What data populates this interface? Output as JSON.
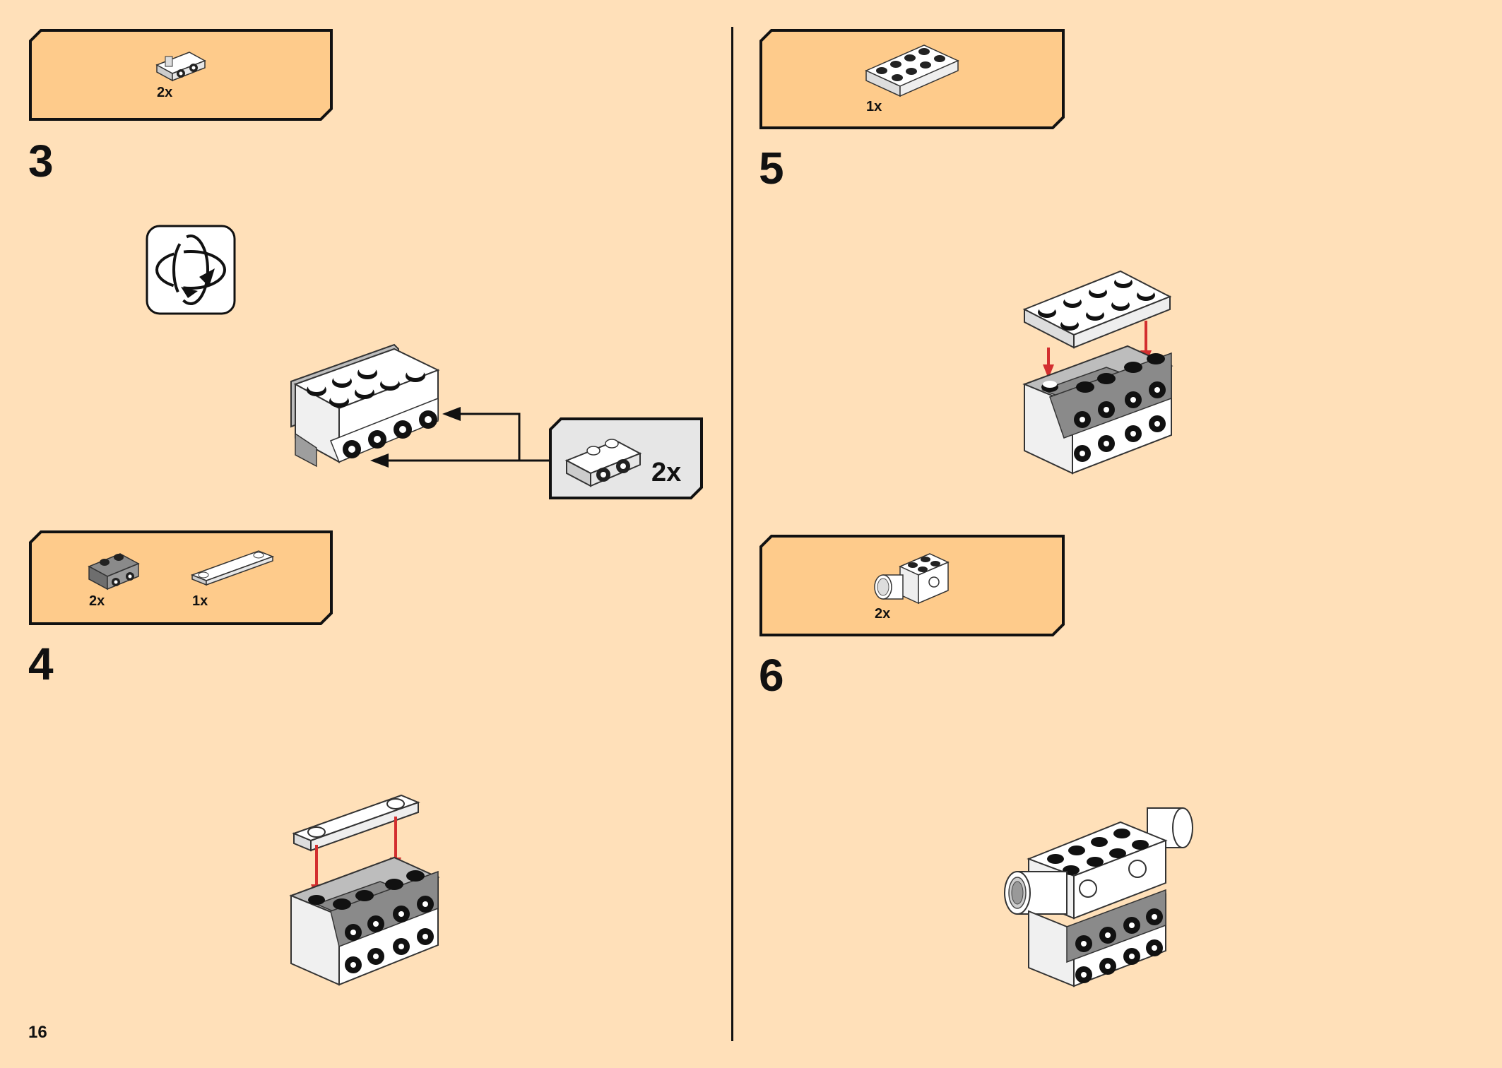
{
  "page_number": "16",
  "steps": [
    {
      "number": "3",
      "parts": [
        {
          "qty": "2x",
          "icon": "white-bracket-1x2-icon"
        }
      ],
      "callout": {
        "qty": "2x",
        "icon": "white-bracket-1x2-icon"
      },
      "rotate_icon": "rotate-model-icon"
    },
    {
      "number": "4",
      "parts": [
        {
          "qty": "2x",
          "icon": "gray-bracket-1x2-icon"
        },
        {
          "qty": "1x",
          "icon": "white-tile-plate-1x4-icon"
        }
      ]
    },
    {
      "number": "5",
      "parts": [
        {
          "qty": "1x",
          "icon": "white-plate-2x4-icon"
        }
      ]
    },
    {
      "number": "6",
      "parts": [
        {
          "qty": "2x",
          "icon": "white-brick-with-axle-connector-icon"
        }
      ]
    }
  ],
  "colors": {
    "background": "#FFE0B9",
    "part_box": "#FECB8B",
    "callout_box": "#E6E6E6",
    "arrow_red": "#D32F2F"
  }
}
